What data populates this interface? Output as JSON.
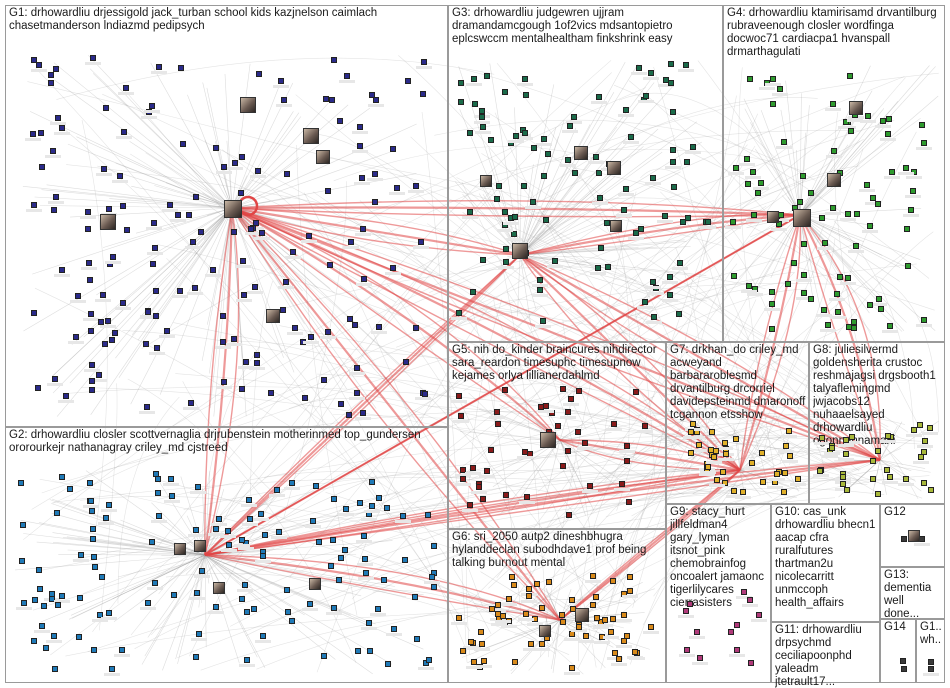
{
  "diagram": {
    "colors": {
      "edge_grey": "#9e9e9e",
      "edge_red": "#e04646",
      "group_border": "#9a9a9a",
      "background": "#ffffff"
    },
    "groups": [
      {
        "id": "G1",
        "label": "G1: drhowardliu drjessigold jack_turban school kids kazjnelson caimlach\nchasetmanderson lndiazmd pedipsych",
        "node_color": "#2a2a8a"
      },
      {
        "id": "G2",
        "label": "G2: drhowardliu closler scottvernaglia drjrubenstein motherinmed top_gundersen\nororourkejr nathanagray criley_md cjstreed",
        "node_color": "#1f7ab8"
      },
      {
        "id": "G3",
        "label": "G3: drhowardliu judgewren ujjram\ndramandamcgough 1of2vics mdsantopietro\neplcswccm mentalhealtham finkshrink easy",
        "node_color": "#1a6b4a"
      },
      {
        "id": "G4",
        "label": "G4: drhowardliu ktamirisamd drvantilburg\nrubraveenough closler wordfinga\ndocwoc71 cardiacpa1 hvanspall\ndrmarthagulati",
        "node_color": "#2e9b2e"
      },
      {
        "id": "G5",
        "label": "G5: nih do_kinder braincures nihdirector\nsara_reardon timesuphc timesupnow\nkejames orlya lillianerdahlmd",
        "node_color": "#8a1a1a"
      },
      {
        "id": "G6",
        "label": "G6: sri_2050 autp2 dineshbhugra\nhylanddeclan subodhdave1 prof being\ntalking burnout mental",
        "node_color": "#d98a1a"
      },
      {
        "id": "G7",
        "label": "G7: drkhan_do criley_md\nacweyand\nbarbararoblesmd\ndrvantilburg drcorriel\ndavidepsteinmd dmaronoff\ntcgannon etsshow",
        "node_color": "#e0b02a"
      },
      {
        "id": "G8",
        "label": "G8: juliesilvermd\ngoldensherita crustoc\nreshmajagsi drgsbooth1\ntalyaflemingmd\njwjacobs12\nnuhaaelsayed\ndrhowardliu\nogonnannamani",
        "node_color": "#a8b83a"
      },
      {
        "id": "G9",
        "label": "G9: stacy_hurt\njillfeldman4\ngary_lyman\nitsnot_pink\nchemobrainfog\noncoalert jamaonc\ntigerlilycares\ncierrasisters",
        "node_color": "#b03a7a"
      },
      {
        "id": "G10",
        "label": "G10: cas_unk\ndrhowardliu bhecn1\naacap cfra\nruralfutures\nthartman2u\nnicolecarritt\nunmccoph\nhealth_affairs",
        "node_color": "#3a3a3a"
      },
      {
        "id": "G11",
        "label": "G11: drhowardliu\ndrpsychmd\nceciliapoonphd\nyaleadm jtetrault17...",
        "node_color": "#3a3a3a"
      },
      {
        "id": "G12",
        "label": "G12",
        "node_color": "#3a3a3a"
      },
      {
        "id": "G13",
        "label": "G13:\ndementia\nwell done...",
        "node_color": "#3a3a3a"
      },
      {
        "id": "G14",
        "label": "G14",
        "node_color": "#3a3a3a"
      },
      {
        "id": "G15",
        "label": "G1...\nwh...",
        "node_color": "#3a3a3a"
      }
    ]
  }
}
